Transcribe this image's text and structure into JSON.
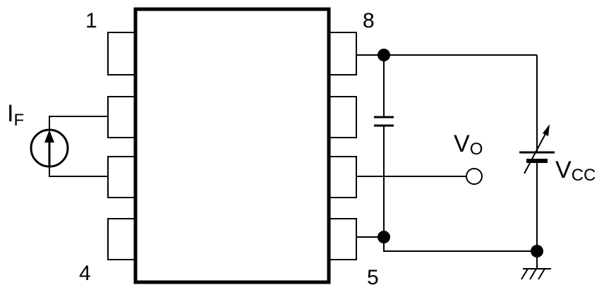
{
  "pins": {
    "pin1": "1",
    "pin4": "4",
    "pin5": "5",
    "pin8": "8"
  },
  "labels": {
    "if_main": "I",
    "if_sub": "F",
    "vo_main": "V",
    "vo_sub": "O",
    "vcc_main": "V",
    "vcc_sub": "CC"
  },
  "colors": {
    "line": "#000000",
    "background": "#ffffff"
  }
}
